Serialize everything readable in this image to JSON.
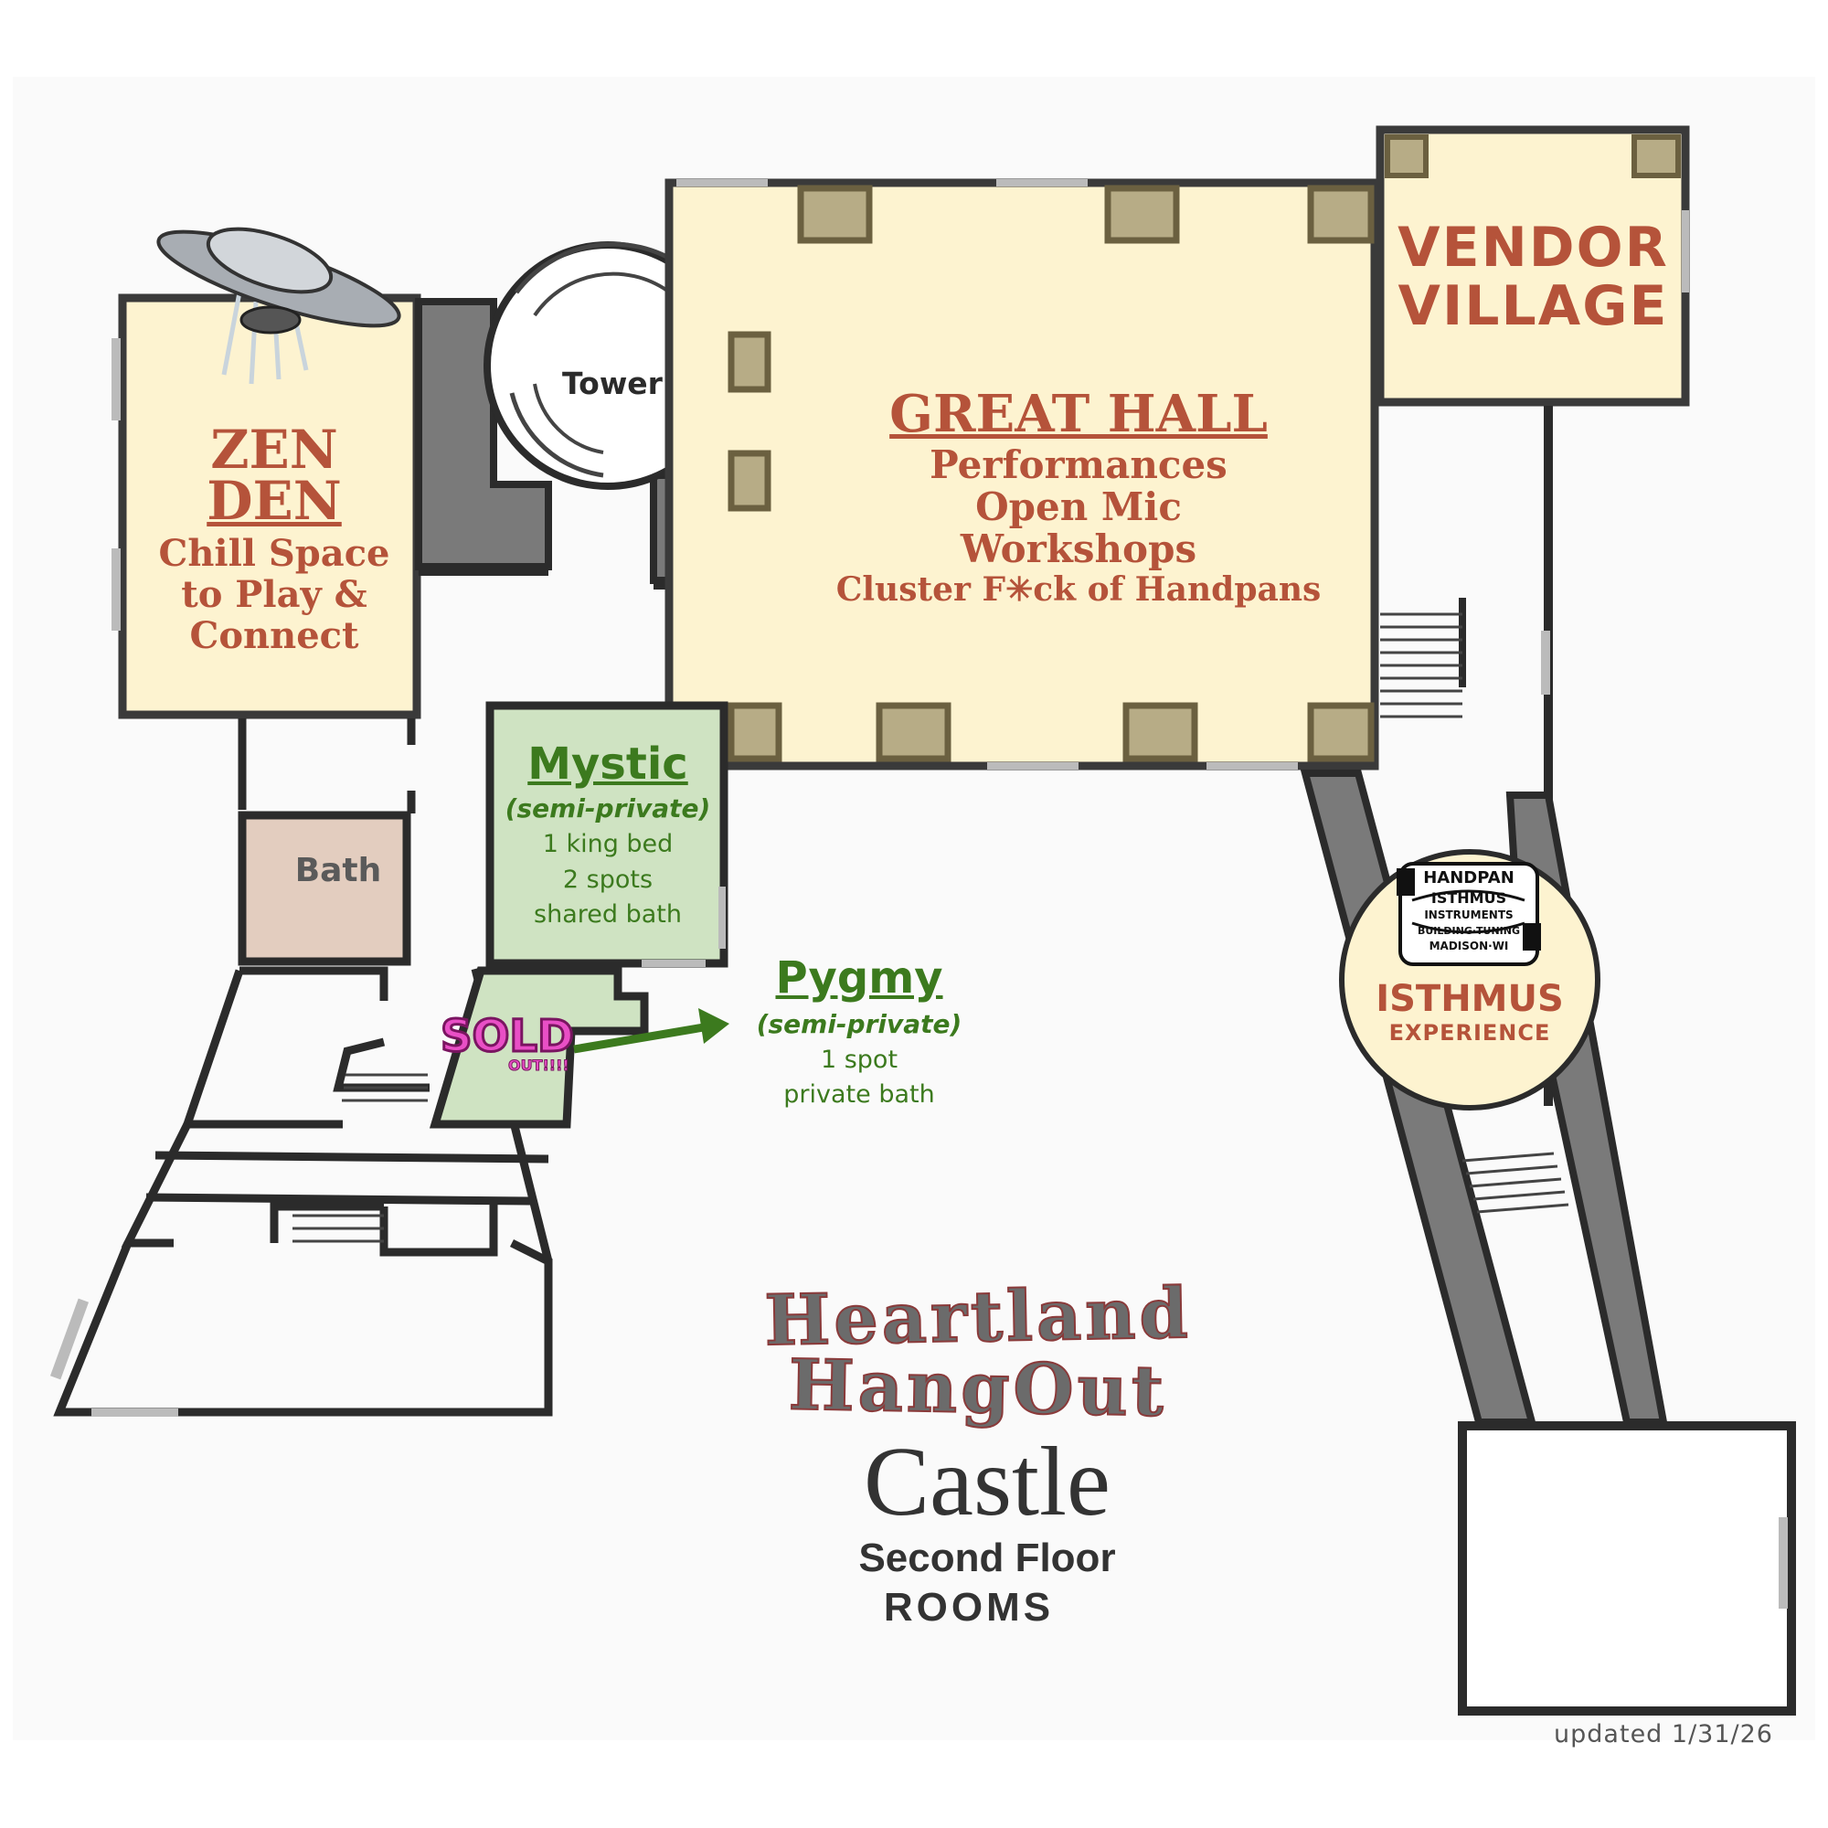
{
  "map": {
    "rooms": {
      "tower": "Tower",
      "zen_den": {
        "title_line1": "ZEN",
        "title_line2": "DEN",
        "desc": [
          "Chill Space",
          "to Play &",
          "Connect"
        ]
      },
      "great_hall": {
        "title": "GREAT HALL",
        "items": [
          "Performances",
          "Open Mic",
          "Workshops",
          "Cluster F✳ck of Handpans"
        ]
      },
      "vendor_village": {
        "line1": "VENDOR",
        "line2": "VILLAGE"
      },
      "bath": "Bath",
      "mystic": {
        "title": "Mystic",
        "type": "(semi-private)",
        "details": [
          "1 king bed",
          "2 spots",
          "shared bath"
        ]
      },
      "pygmy": {
        "title": "Pygmy",
        "type": "(semi-private)",
        "details": [
          "1 spot",
          "private bath"
        ]
      },
      "isthmus": {
        "logo_lines": [
          "HANDPAN",
          "ISTHMUS",
          "INSTRUMENTS",
          "BUILDING·TUNING",
          "MADISON·WI"
        ],
        "title": "ISTHMUS",
        "subtitle": "EXPERIENCE"
      }
    },
    "sold_out": {
      "big": "SOLD",
      "small": "OUT!!!!"
    },
    "branding": {
      "event_line1": "Heartland",
      "event_line2": "HangOut",
      "venue": "Castle",
      "floor": "Second Floor",
      "rooms": "ROOMS"
    },
    "updated": "updated 1/31/26",
    "icons": [
      "ufo-icon",
      "arrow-right-icon",
      "handpan-logo-icon"
    ],
    "colors": {
      "room_cream": "#fdf3d0",
      "room_green": "#cfe3c2",
      "room_bath": "#e3cdbf",
      "wall": "#2b2b2b",
      "wall_fill": "#7a7a7a",
      "rust": "#b5533a",
      "green": "#3c7a1e",
      "pink": "#e94fc6",
      "pillar": "#b7ac86"
    }
  }
}
